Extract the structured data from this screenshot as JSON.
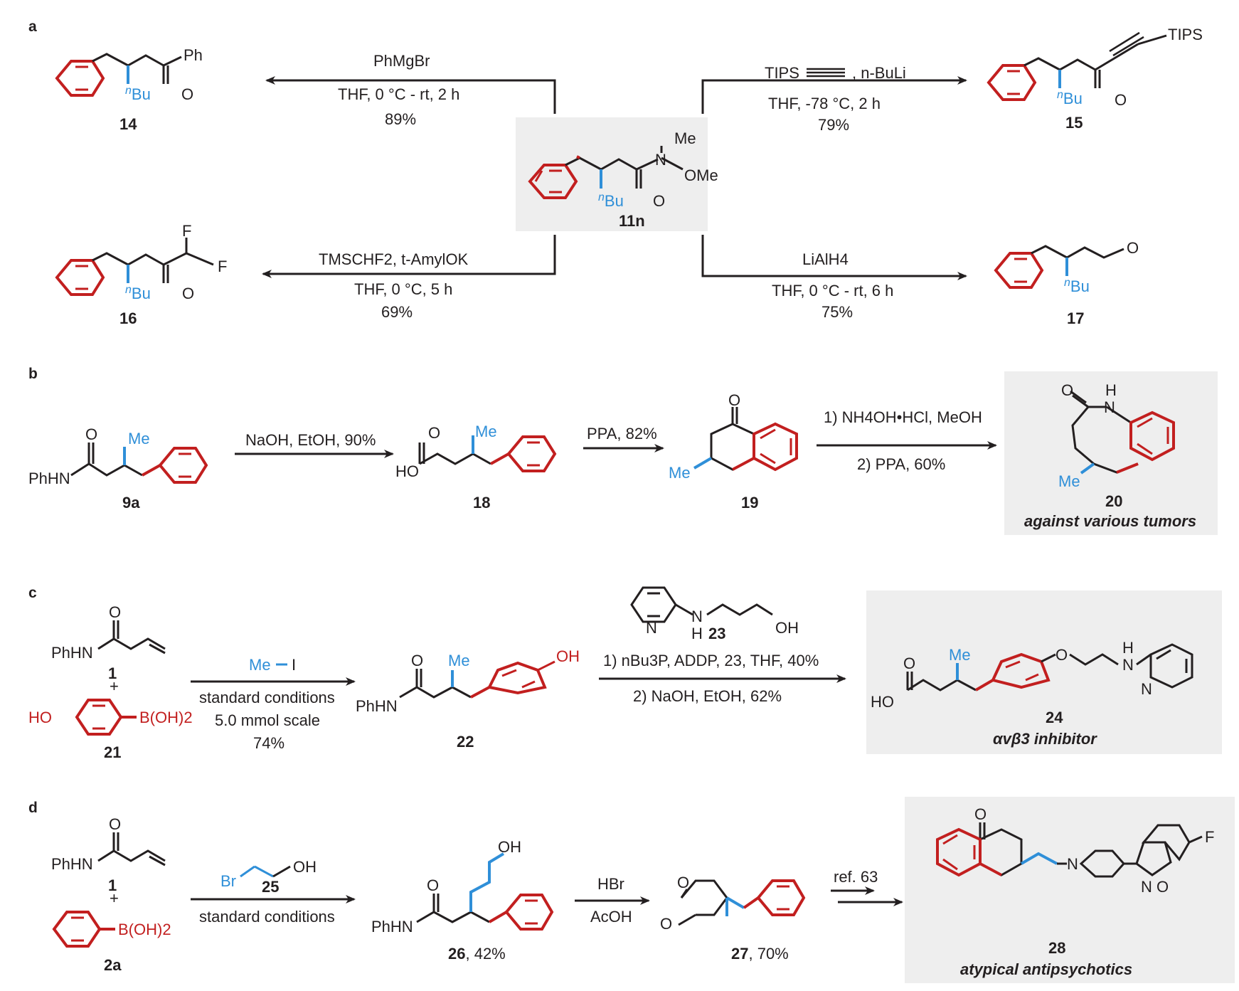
{
  "colors": {
    "ink": "#231f20",
    "red": "#c21f1f",
    "blue": "#2f8fd8",
    "panel": "#eeeeee"
  },
  "a": {
    "label": "a",
    "center": {
      "id": "11n",
      "Me": "Me",
      "N": "N",
      "OMe": "OMe",
      "O": "O",
      "Bu": "Bu",
      "n": "n"
    },
    "r14": {
      "line1": "PhMgBr",
      "line2": "THF, 0 °C - rt, 2 h",
      "yield": "89%"
    },
    "p14": {
      "id": "14",
      "Ph": "Ph",
      "O": "O",
      "Bu": "Bu",
      "n": "n"
    },
    "r15": {
      "tips": "TIPS",
      "base": ", n-BuLi",
      "line2": "THF, -78 °C, 2 h",
      "yield": "79%"
    },
    "p15": {
      "id": "15",
      "TIPS": "TIPS",
      "O": "O",
      "Bu": "Bu",
      "n": "n"
    },
    "r16": {
      "line1": "TMSCHF2, t-AmylOK",
      "line2": "THF, 0 °C, 5 h",
      "yield": "69%"
    },
    "p16": {
      "id": "16",
      "F1": "F",
      "F2": "F",
      "O": "O",
      "Bu": "Bu",
      "n": "n"
    },
    "r17": {
      "line1": "LiAlH4",
      "line2": "THF, 0 °C - rt, 6 h",
      "yield": "75%"
    },
    "p17": {
      "id": "17",
      "O": "O",
      "Bu": "Bu",
      "n": "n"
    }
  },
  "b": {
    "label": "b",
    "c9a": {
      "id": "9a",
      "PhHN": "PhHN",
      "O": "O",
      "Me": "Me"
    },
    "r1": "NaOH, EtOH, 90%",
    "c18": {
      "id": "18",
      "HO": "HO",
      "O": "O",
      "Me": "Me"
    },
    "r2": "PPA, 82%",
    "c19": {
      "id": "19",
      "O": "O",
      "Me": "Me"
    },
    "r3a": "1) NH4OH•HCl, MeOH",
    "r3b": "2) PPA, 60%",
    "c20": {
      "id": "20",
      "O": "O",
      "NH": "H",
      "N": "N",
      "Me": "Me",
      "tag": "against various tumors"
    }
  },
  "c": {
    "label": "c",
    "c1": {
      "id": "1",
      "PhHN": "PhHN",
      "O": "O",
      "plus": "+"
    },
    "c21": {
      "id": "21",
      "HO": "HO",
      "B": "B(OH)2"
    },
    "reagent": "Me",
    "reagentX": "I",
    "cond1": "standard conditions",
    "cond2": "5.0 mmol scale",
    "cond3": "74%",
    "c22": {
      "id": "22",
      "PhHN": "PhHN",
      "O": "O",
      "Me": "Me",
      "OH": "OH"
    },
    "c23": {
      "id": "23",
      "N": "N",
      "NH": "N",
      "H": "H",
      "OH": "OH"
    },
    "r2a": "1) nBu3P, ADDP, 23, THF, 40%",
    "r2b": "2) NaOH, EtOH, 62%",
    "c24": {
      "id": "24",
      "HO": "HO",
      "O": "O",
      "Me": "Me",
      "Oe": "O",
      "NH": "N",
      "H": "H",
      "N": "N",
      "tag": "αvβ3 inhibitor"
    }
  },
  "d": {
    "label": "d",
    "c1": {
      "id": "1",
      "PhHN": "PhHN",
      "O": "O",
      "plus": "+"
    },
    "c2a": {
      "id": "2a",
      "B": "B(OH)2"
    },
    "c25": {
      "id": "25",
      "Br": "Br",
      "OH": "OH"
    },
    "cond": "standard conditions",
    "c26": {
      "id": "26",
      "yield": ", 42%",
      "PhHN": "PhHN",
      "O": "O",
      "OH": "OH"
    },
    "r2a": "HBr",
    "r2b": "AcOH",
    "c27": {
      "id": "27",
      "yield": ", 70%",
      "O1": "O",
      "O2": "O"
    },
    "r3": "ref. 63",
    "c28": {
      "id": "28",
      "O": "O",
      "N": "N",
      "F": "F",
      "Nx": "N",
      "Ox": "O",
      "tag": "atypical antipsychotics"
    }
  }
}
